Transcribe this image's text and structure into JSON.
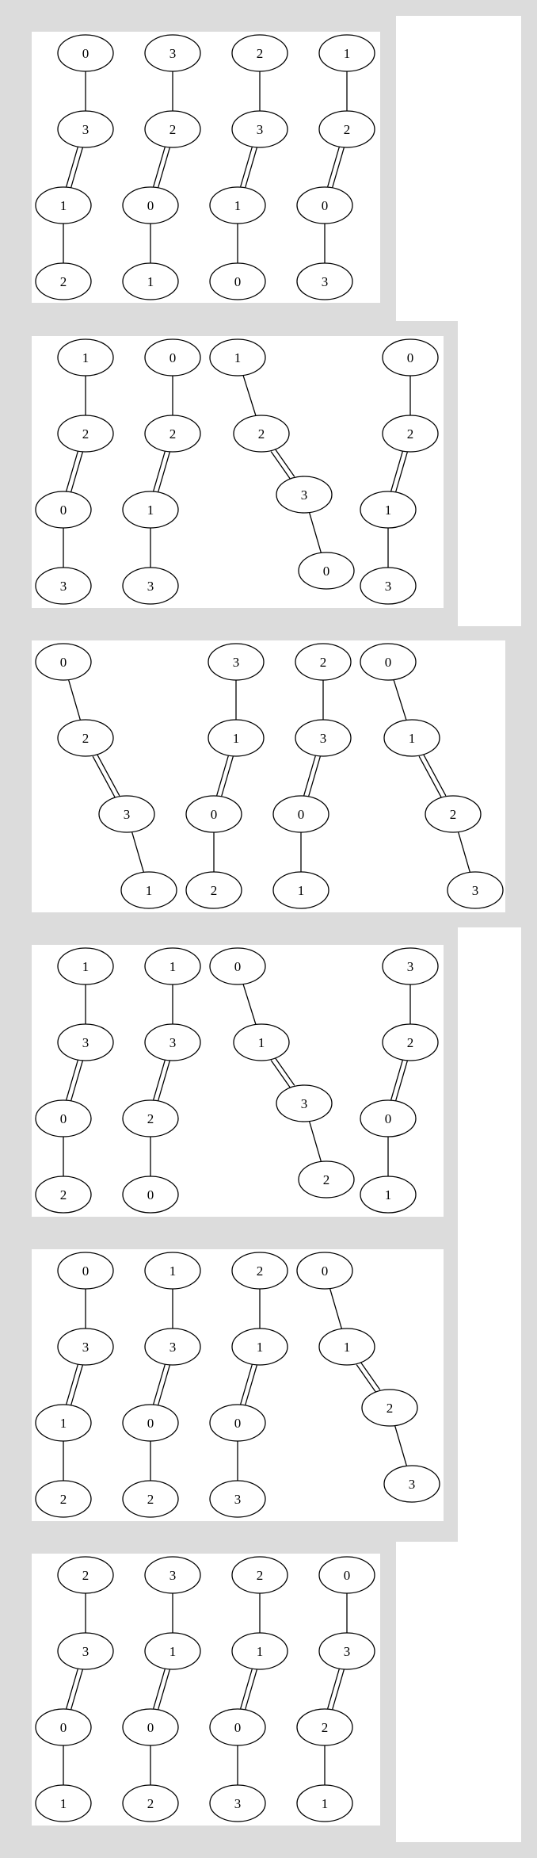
{
  "panels": [
    {
      "graphs": [
        {
          "nodes": [
            "0",
            "3",
            "1",
            "2"
          ],
          "double_edge": 1
        },
        {
          "nodes": [
            "3",
            "2",
            "0",
            "1"
          ],
          "double_edge": 1
        },
        {
          "nodes": [
            "2",
            "3",
            "1",
            "0"
          ],
          "double_edge": 1
        },
        {
          "nodes": [
            "1",
            "2",
            "0",
            "3"
          ],
          "double_edge": 1
        }
      ]
    },
    {
      "graphs": [
        {
          "nodes": [
            "1",
            "2",
            "0",
            "3"
          ],
          "double_edge": 1
        },
        {
          "nodes": [
            "0",
            "2",
            "1",
            "3"
          ],
          "double_edge": 1
        },
        {
          "nodes": [
            "1",
            "2",
            "3",
            "0"
          ],
          "double_edge": 1
        },
        {
          "nodes": [
            "0",
            "2",
            "1",
            "3"
          ],
          "double_edge": 1
        }
      ]
    },
    {
      "graphs": [
        {
          "nodes": [
            "0",
            "2",
            "3",
            "1"
          ],
          "double_edge": 1
        },
        {
          "nodes": [
            "3",
            "1",
            "0",
            "2"
          ],
          "double_edge": 1
        },
        {
          "nodes": [
            "2",
            "3",
            "0",
            "1"
          ],
          "double_edge": 1
        },
        {
          "nodes": [
            "0",
            "1",
            "2",
            "3"
          ],
          "double_edge": 1
        }
      ]
    },
    {
      "graphs": [
        {
          "nodes": [
            "1",
            "3",
            "0",
            "2"
          ],
          "double_edge": 1
        },
        {
          "nodes": [
            "1",
            "3",
            "2",
            "0"
          ],
          "double_edge": 1
        },
        {
          "nodes": [
            "0",
            "1",
            "3",
            "2"
          ],
          "double_edge": 1
        },
        {
          "nodes": [
            "3",
            "2",
            "0",
            "1"
          ],
          "double_edge": 1
        }
      ]
    },
    {
      "graphs": [
        {
          "nodes": [
            "0",
            "3",
            "1",
            "2"
          ],
          "double_edge": 1
        },
        {
          "nodes": [
            "1",
            "3",
            "0",
            "2"
          ],
          "double_edge": 1
        },
        {
          "nodes": [
            "2",
            "1",
            "0",
            "3"
          ],
          "double_edge": 1
        },
        {
          "nodes": [
            "0",
            "1",
            "2",
            "3"
          ],
          "double_edge": 1
        }
      ]
    },
    {
      "graphs": [
        {
          "nodes": [
            "2",
            "3",
            "0",
            "1"
          ],
          "double_edge": 1
        },
        {
          "nodes": [
            "3",
            "1",
            "0",
            "2"
          ],
          "double_edge": 1
        },
        {
          "nodes": [
            "2",
            "1",
            "0",
            "3"
          ],
          "double_edge": 1
        },
        {
          "nodes": [
            "0",
            "3",
            "2",
            "1"
          ],
          "double_edge": 1
        }
      ]
    }
  ],
  "colors": {
    "frame": "#dcdcdc",
    "panel": "#ffffff",
    "stroke": "#000000",
    "node_fill": "#ffffff"
  }
}
